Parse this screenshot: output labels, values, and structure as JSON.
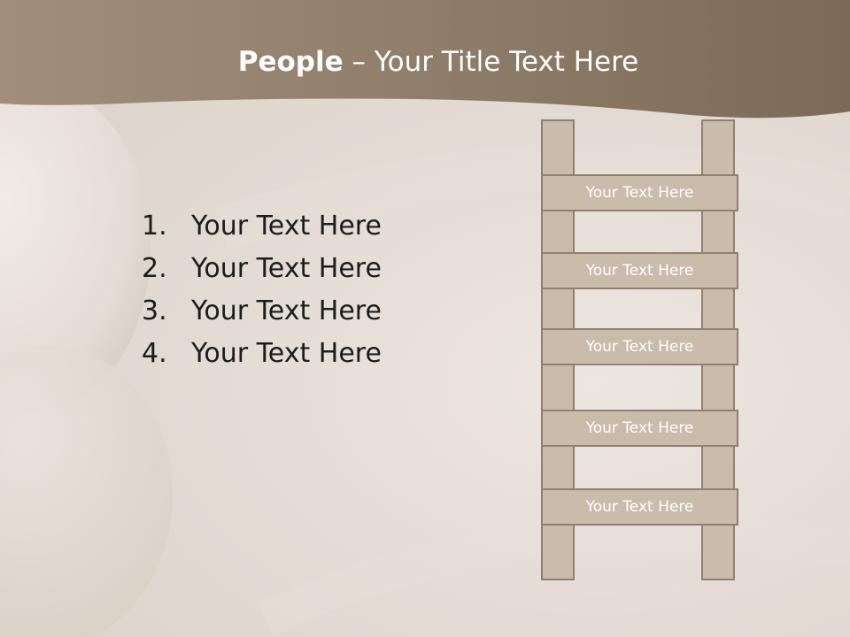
{
  "slide": {
    "title": {
      "bold": "People",
      "separator": "–",
      "rest": "Your Title Text Here"
    },
    "list": [
      {
        "num": "1.",
        "text": "Your Text Here"
      },
      {
        "num": "2.",
        "text": "Your Text Here"
      },
      {
        "num": "3.",
        "text": "Your Text Here"
      },
      {
        "num": "4.",
        "text": "Your Text Here"
      }
    ],
    "ladder_rungs": [
      {
        "label": "Your Text Here"
      },
      {
        "label": "Your Text Here"
      },
      {
        "label": "Your Text Here"
      },
      {
        "label": "Your Text Here"
      },
      {
        "label": "Your Text Here"
      }
    ]
  },
  "colors": {
    "header_band": "#8a7a66",
    "ladder_fill": "#c9bcab",
    "ladder_border": "#8f8171",
    "text_dark": "#1c1c1c",
    "text_light": "#ffffff"
  }
}
